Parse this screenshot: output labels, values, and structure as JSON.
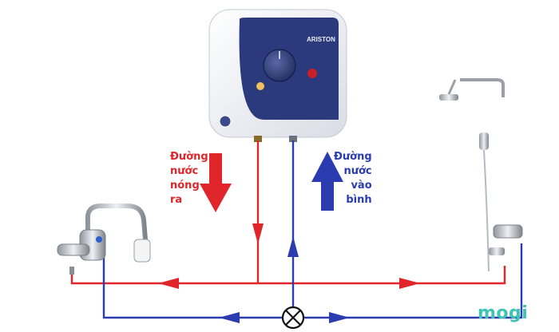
{
  "labels": {
    "hot_out_lines": [
      "Đường",
      "nước",
      "nóng",
      "ra"
    ],
    "cold_in_lines": [
      "Đường",
      "nước",
      "vào",
      "bình"
    ]
  },
  "heater": {
    "brand_text": "ARISTON"
  },
  "watermark": {
    "text": "mogi"
  },
  "colors": {
    "hot_pipe": "#e0262b",
    "cold_pipe": "#2b3bb0",
    "heater_body": "#eef0f6",
    "heater_panel": "#2a3a7c",
    "watermark": "#3fc3b5"
  }
}
